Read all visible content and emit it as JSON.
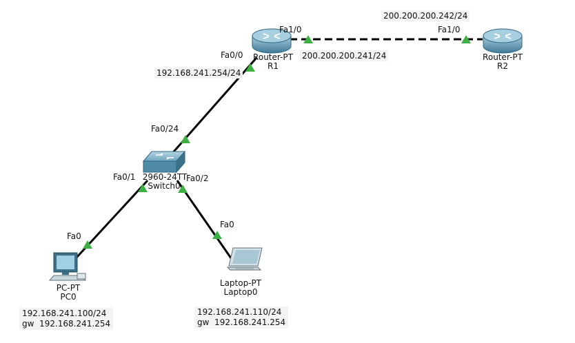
{
  "devices": {
    "r1": {
      "model": "Router-PT",
      "name": "R1",
      "icon": "router-icon"
    },
    "r2": {
      "model": "Router-PT",
      "name": "R2",
      "icon": "router-icon"
    },
    "switch0": {
      "model": "2960-24TT",
      "name": "Switch0",
      "icon": "switch-icon"
    },
    "pc0": {
      "model": "PC-PT",
      "name": "PC0",
      "icon": "pc-icon"
    },
    "laptop0": {
      "model": "Laptop-PT",
      "name": "Laptop0",
      "icon": "laptop-icon"
    }
  },
  "ports": {
    "r1_fa10": "Fa1/0",
    "r1_fa00": "Fa0/0",
    "r2_fa10": "Fa1/0",
    "sw_fa024": "Fa0/24",
    "sw_fa01": "Fa0/1",
    "sw_fa02": "Fa0/2",
    "pc_fa0": "Fa0",
    "laptop_fa0": "Fa0"
  },
  "addresses": {
    "r1_fa10": "200.200.200.241/24",
    "r2_fa10": "200.200.200.242/24",
    "r1_fa00": "192.168.241.254/24"
  },
  "notes": {
    "pc0": {
      "ip": "192.168.241.100/24",
      "gw": "gw  192.168.241.254"
    },
    "laptop0": {
      "ip": "192.168.241.110/24",
      "gw": "gw  192.168.241.254"
    }
  },
  "colors": {
    "link": "#000000",
    "port_indicator": "#3cb043",
    "router_body": "#5f94ad",
    "switch_body": "#4f8aa6"
  }
}
